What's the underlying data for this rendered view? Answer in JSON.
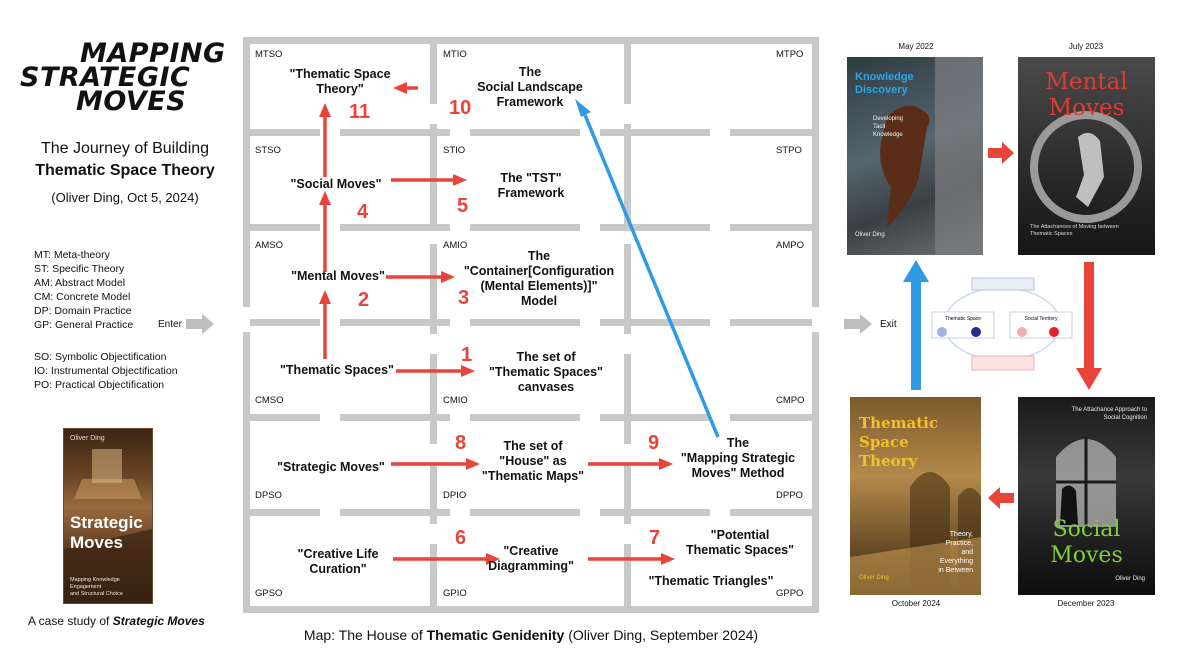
{
  "logo": {
    "line1": "MAPPING",
    "line2": "STRATEGIC",
    "line3": "MOVES"
  },
  "journey": {
    "line1": "The Journey of Building",
    "line2": "Thematic Space Theory",
    "byline": "(Oliver Ding, Oct 5, 2024)"
  },
  "legend_levels": [
    "MT: Meta-theory",
    "ST: Specific Theory",
    "AM: Abstract Model",
    "CM: Concrete Model",
    "DP: Domain Practice",
    "GP: General Practice"
  ],
  "legend_objectification": [
    "SO: Symbolic Objectification",
    "IO: Instrumental Objectification",
    "PO: Practical Objectification"
  ],
  "enter": "Enter",
  "exit": "Exit",
  "small_book": {
    "author": "Oliver Ding",
    "title_line1": "Strategic",
    "title_line2": "Moves",
    "subtitle_line1": "Mapping Knowledge Engagement",
    "subtitle_line2": "and Structural Choice"
  },
  "case_study": {
    "prefix": "A case study of ",
    "title": "Strategic Moves"
  },
  "grid_codes": {
    "MTSO": "MTSO",
    "MTIO": "MTIO",
    "MTPO": "MTPO",
    "STSO": "STSO",
    "STIO": "STIO",
    "STPO": "STPO",
    "AMSO": "AMSO",
    "AMIO": "AMIO",
    "AMPO": "AMPO",
    "CMSO": "CMSO",
    "CMIO": "CMIO",
    "CMPO": "CMPO",
    "DPSO": "DPSO",
    "DPIO": "DPIO",
    "DPPO": "DPPO",
    "GPSO": "GPSO",
    "GPIO": "GPIO",
    "GPPO": "GPPO"
  },
  "nodes": {
    "tst_theory": [
      "\"Thematic Space",
      "Theory\""
    ],
    "social_landscape": [
      "The",
      "Social Landscape",
      "Framework"
    ],
    "social_moves": [
      "\"Social Moves\""
    ],
    "tst_framework": [
      "The \"TST\"",
      "Framework"
    ],
    "mental_moves": [
      "\"Mental Moves\""
    ],
    "container_model": [
      "The",
      "\"Container[Configuration",
      "(Mental Elements)]\"",
      "Model"
    ],
    "thematic_spaces": [
      "\"Thematic Spaces\""
    ],
    "canvases": [
      "The set of",
      "\"Thematic Spaces\"",
      "canvases"
    ],
    "strategic_moves": [
      "\"Strategic Moves\""
    ],
    "house_maps": [
      "The set of",
      "\"House\" as",
      "\"Thematic Maps\""
    ],
    "msm_method": [
      "The",
      "\"Mapping Strategic",
      "Moves\" Method"
    ],
    "creative_life": [
      "\"Creative Life",
      "Curation\""
    ],
    "creative_diagramming": [
      "\"Creative",
      "Diagramming\""
    ],
    "potential_spaces": [
      "\"Potential",
      "Thematic Spaces\""
    ],
    "thematic_triangles": [
      "\"Thematic Triangles\""
    ]
  },
  "step_numbers": {
    "n1": "1",
    "n2": "2",
    "n3": "3",
    "n4": "4",
    "n5": "5",
    "n6": "6",
    "n7": "7",
    "n8": "8",
    "n9": "9",
    "n10": "10",
    "n11": "11"
  },
  "caption": {
    "prefix": "Map: The House of ",
    "bold": "Thematic Genidenity",
    "suffix": " (Oliver Ding, September 2024)"
  },
  "books": {
    "knowledge": {
      "date": "May 2022",
      "title_line1": "Knowledge",
      "title_line2": "Discovery",
      "subtitle": [
        "Developing",
        "Tacit",
        "Knowledge"
      ],
      "author": "Oliver Ding"
    },
    "mental": {
      "date": "July 2023",
      "title_line1": "Mental",
      "title_line2": "Moves",
      "subtitle": [
        "The Attachances of Moving between",
        "Thematic Spaces"
      ]
    },
    "social": {
      "date": "December 2023",
      "top": [
        "The Attachance Approach to",
        "Social Cognition"
      ],
      "title_line1": "Social",
      "title_line2": "Moves",
      "author": "Oliver Ding"
    },
    "tst": {
      "date": "October 2024",
      "title_line1": "Thematic",
      "title_line2": "Space",
      "title_line3": "Theory",
      "subtitle": [
        "Theory,",
        "Practice,",
        "and",
        "Everything",
        "in Between"
      ],
      "author": "Oliver Ding"
    }
  },
  "mini_diagram": {
    "left_label": "Thematic Space",
    "right_label": "Social Territory"
  },
  "colors": {
    "red_arrow": "#e8443a",
    "blue_arrow": "#2f9be6",
    "grid_line": "#c8c8c8",
    "number": "#e8443a"
  }
}
